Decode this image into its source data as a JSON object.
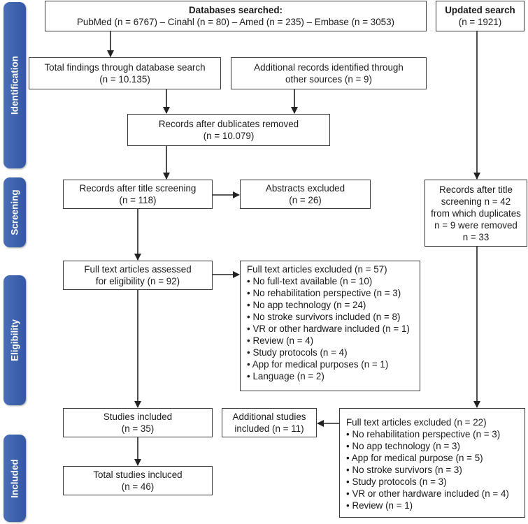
{
  "stages": {
    "identification": "Identification",
    "screening": "Screening",
    "eligibility": "Eligibility",
    "included": "Included"
  },
  "databases": {
    "title": "Databases searched:",
    "line": "PubMed (n = 6767) – Cinahl (n = 80) – Amed (n = 235) – Embase (n = 3053)"
  },
  "updated_search": {
    "title": "Updated search",
    "count": "(n = 1921)"
  },
  "total_findings": {
    "line1": "Total findings through database search",
    "line2": "(n = 10.135)"
  },
  "additional_records": {
    "line1": "Additional records identified through",
    "line2": "other sources (n = 9)"
  },
  "after_duplicates": {
    "line1": "Records after dublicates removed",
    "line2": "(n = 10.079)"
  },
  "title_screening": {
    "line1": "Records after title screening",
    "line2": "(n = 118)"
  },
  "abstracts_excluded": {
    "line1": "Abstracts excluded",
    "line2": "(n = 26)"
  },
  "updated_screening": {
    "line1": "Records after title",
    "line2": "screening n = 42",
    "line3": "from which duplicates",
    "line4": "n = 9 were removed",
    "line5": "n = 33"
  },
  "full_text_assessed": {
    "line1": "Full text articles assessed",
    "line2": "for eligibility (n = 92)"
  },
  "full_text_excluded": {
    "title": "Full text articles excluded (n = 57)",
    "items": [
      "No full-text available (n = 10)",
      "No rehabilitation perspective (n = 3)",
      "No app technology (n = 24)",
      "No stroke survivors included (n = 8)",
      "VR or other hardware included  (n = 1)",
      "Review (n = 4)",
      "Study protocols (n = 4)",
      "App for medical purposes (n = 1)",
      "Language (n = 2)"
    ]
  },
  "studies_included": {
    "line1": "Studies included",
    "line2": "(n = 35)"
  },
  "additional_studies": {
    "line1": "Additional studies",
    "line2": "included (n = 11)"
  },
  "updated_excluded": {
    "title": "Full text articles excluded (n = 22)",
    "items": [
      "No rehabilitation perspective (n = 3)",
      "No app technology (n = 3)",
      "App for medical purpose (n = 5)",
      "No stroke survivors (n = 3)",
      "Study protocols (n = 3)",
      "VR or other hardware included (n = 4)",
      "Review (n = 1)"
    ]
  },
  "total_included": {
    "line1": "Total studies incluced",
    "line2": "(n = 46)"
  },
  "bullet": "•"
}
